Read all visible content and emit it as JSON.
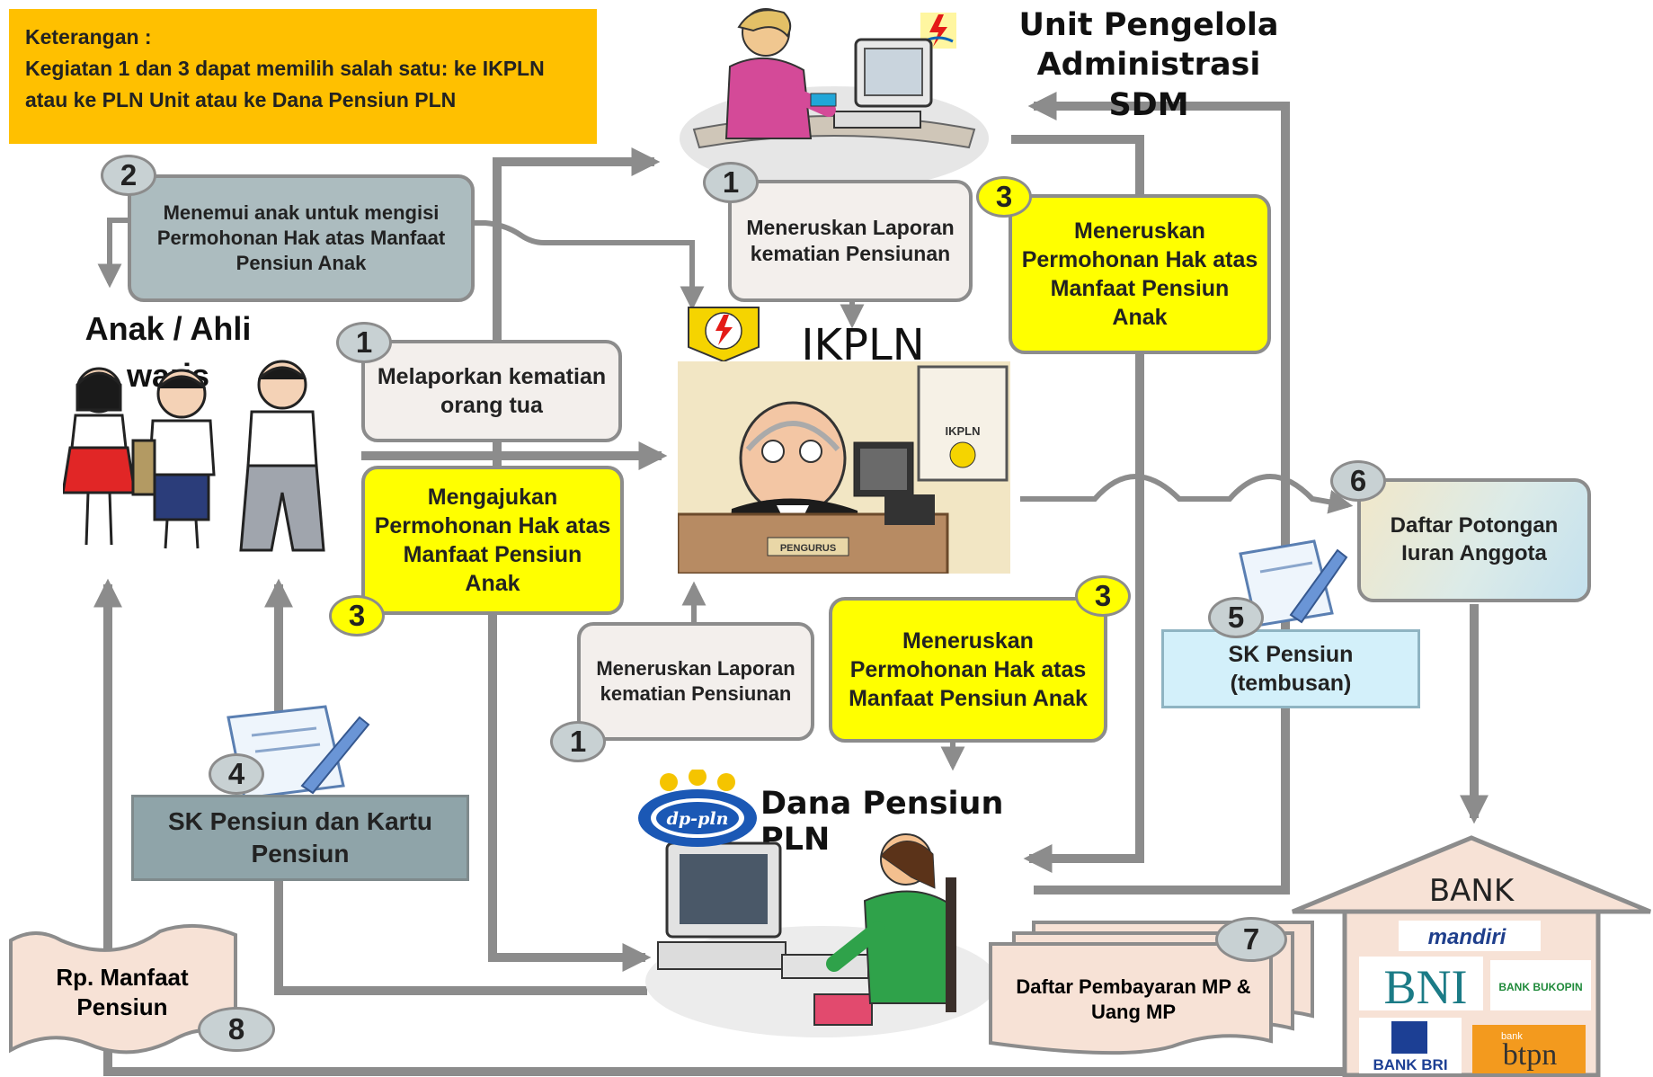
{
  "note": {
    "heading": "Keterangan :",
    "body": "Kegiatan 1 dan 3 dapat memilih salah satu: ke IKPLN atau  ke PLN Unit  atau ke Dana Pensiun PLN"
  },
  "actors": {
    "unit_sdm": "Unit Pengelola Administrasi SDM",
    "ikpln": "IKPLN",
    "anak": "Anak / Ahli  waris",
    "dapen": "Dana Pensiun PLN",
    "bank": "BANK",
    "ikpln_sign": "IKPLN",
    "desk_plate": "PENGURUS",
    "dp_logo": "dp-pln"
  },
  "banks": {
    "mandiri": "mandiri",
    "bni": "BNI",
    "bukopin": "BANK BUKOPIN",
    "bri": "BANK BRI",
    "btpn_small": "bank",
    "btpn": "btpn"
  },
  "steps": {
    "s1_sdm": {
      "num": "1",
      "text": "Meneruskan Laporan kematian Pensiunan"
    },
    "s3_sdm": {
      "num": "3",
      "text": "Meneruskan Permohonan Hak atas Manfaat Pensiun Anak"
    },
    "s2": {
      "num": "2",
      "text": "Menemui anak untuk mengisi Permohonan Hak atas Manfaat Pensiun Anak"
    },
    "s1_anak": {
      "num": "1",
      "text": "Melaporkan kematian orang tua"
    },
    "s3_anak": {
      "num": "3",
      "text": "Mengajukan Permohonan Hak atas Manfaat Pensiun Anak"
    },
    "s1_dapen": {
      "num": "1",
      "text": "Meneruskan Laporan kematian Pensiunan"
    },
    "s3_dapen": {
      "num": "3",
      "text": "Meneruskan Permohonan Hak atas Manfaat Pensiun Anak"
    },
    "s4": {
      "num": "4",
      "text": "SK Pensiun dan Kartu Pensiun"
    },
    "s5": {
      "num": "5",
      "text": "SK Pensiun (tembusan)"
    },
    "s6": {
      "num": "6",
      "text": "Daftar Potongan Iuran Anggota"
    },
    "s7": {
      "num": "7",
      "text": "Daftar Pembayaran MP & Uang MP"
    },
    "s8": {
      "num": "8",
      "text": "Rp. Manfaat Pensiun"
    }
  }
}
